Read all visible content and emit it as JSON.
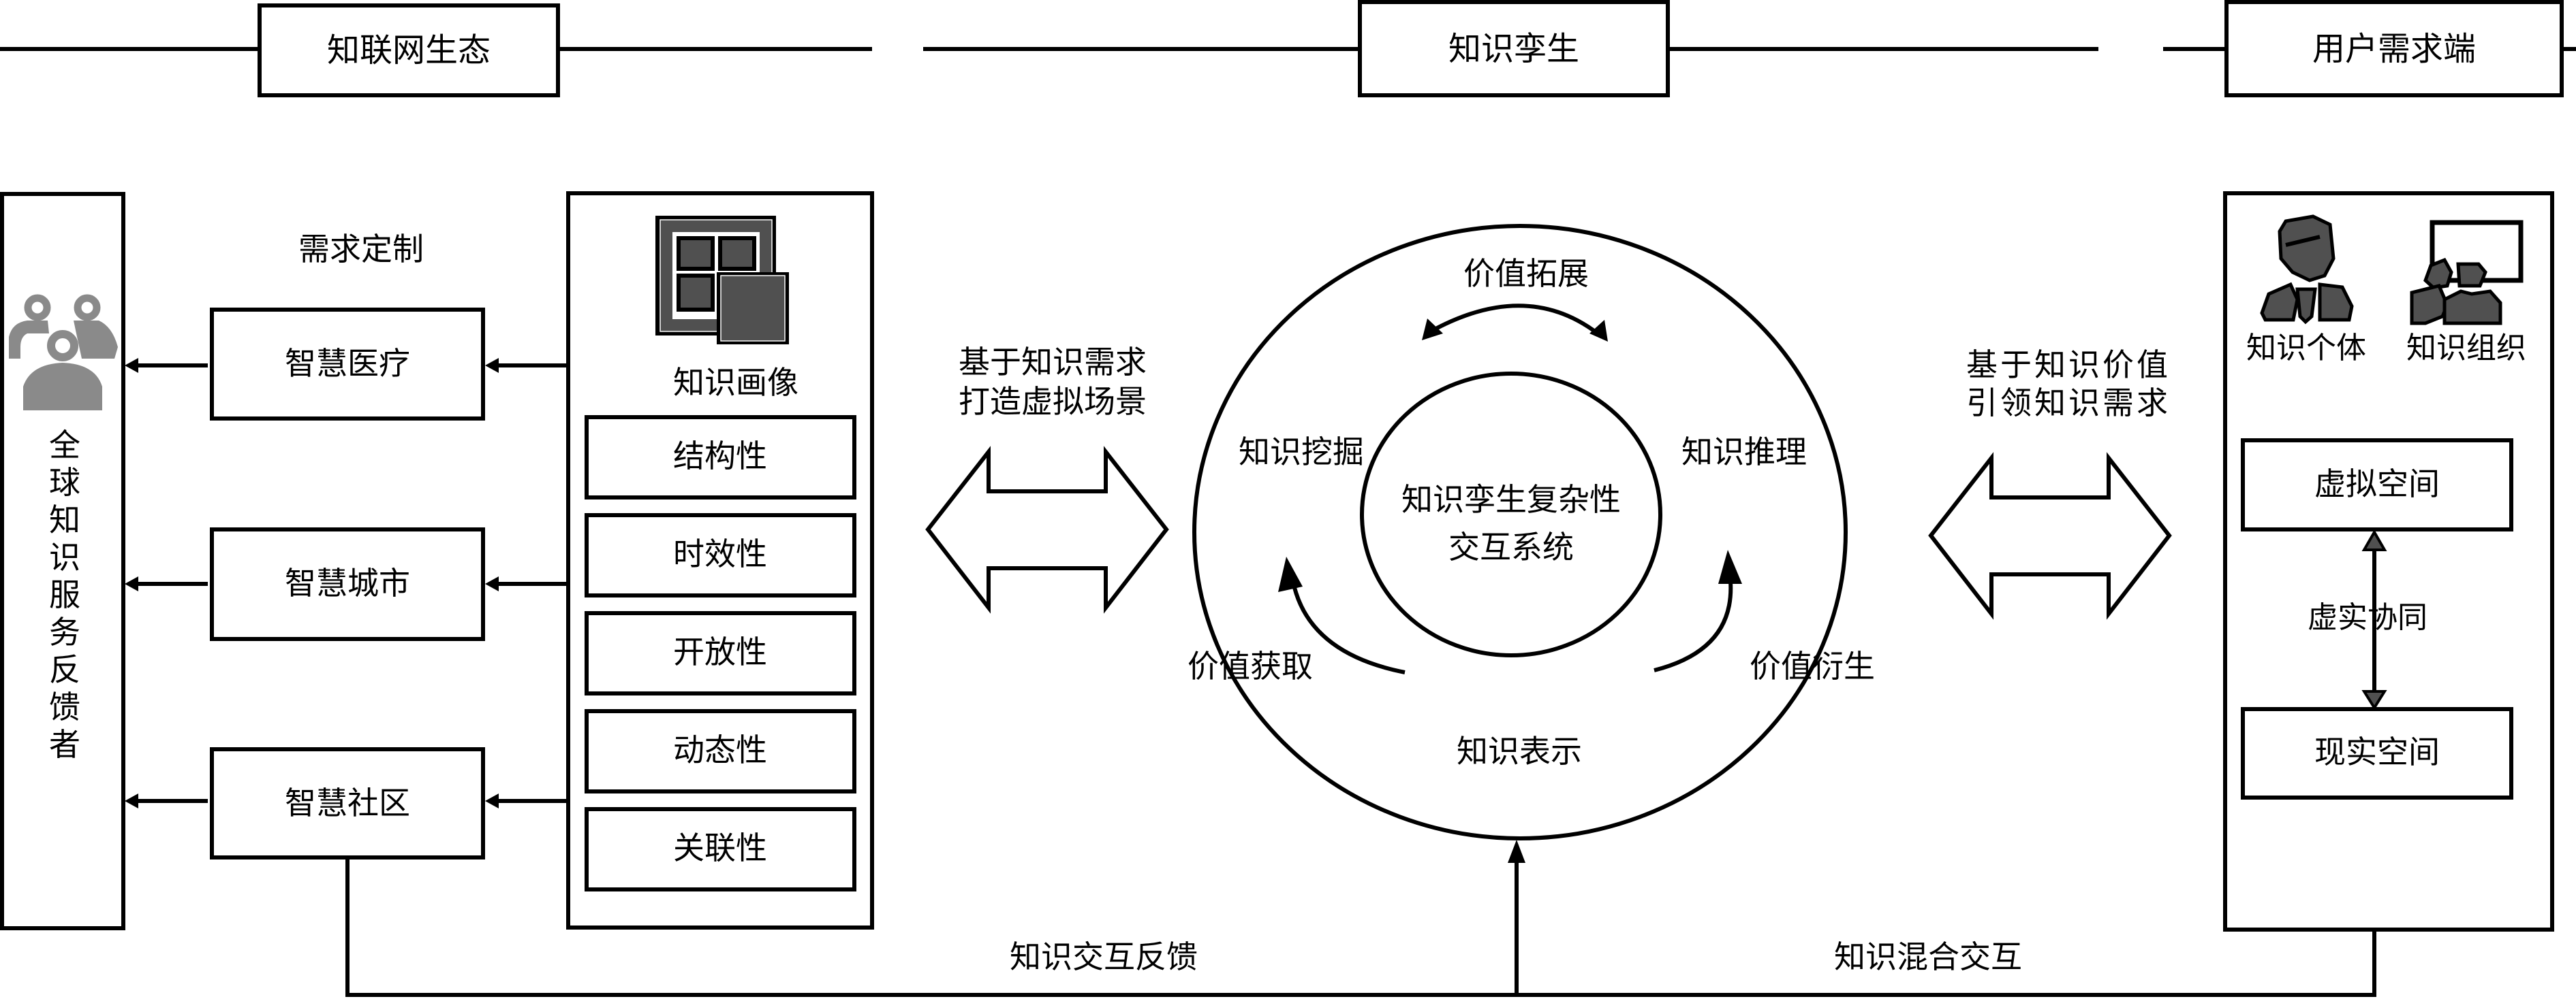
{
  "sections": {
    "left": "知联网生态",
    "center": "知识孪生",
    "right": "用户需求端"
  },
  "left_panel": {
    "feedback_vertical_label": "全球知识服务反馈者",
    "demand_label": "需求定制",
    "services": [
      "智慧医疗",
      "智慧城市",
      "智慧社区"
    ],
    "portrait_title": "知识画像",
    "portrait_attributes": [
      "结构性",
      "时效性",
      "开放性",
      "动态性",
      "关联性"
    ]
  },
  "left_bridge": {
    "line1": "基于知识需求",
    "line2": "打造虚拟场景"
  },
  "center_cycle": {
    "core_line1": "知识孪生复杂性",
    "core_line2": "交互系统",
    "value_expand": "价值拓展",
    "knowledge_mining": "知识挖掘",
    "knowledge_reasoning": "知识推理",
    "value_capture": "价值获取",
    "value_derive": "价值衍生",
    "knowledge_representation": "知识表示"
  },
  "right_bridge": {
    "line1": "基于知识价值",
    "line2": "引领知识需求"
  },
  "right_panel": {
    "individual_label": "知识个体",
    "organization_label": "知识组织",
    "virtual_space": "虚拟空间",
    "sync_label": "虚实协同",
    "real_space": "现实空间"
  },
  "bottom": {
    "feedback_label": "知识交互反馈",
    "hybrid_label": "知识混合交互"
  },
  "colors": {
    "stroke": "#000000",
    "icon_gray": "#8a8a8a",
    "icon_dark": "#505050"
  }
}
